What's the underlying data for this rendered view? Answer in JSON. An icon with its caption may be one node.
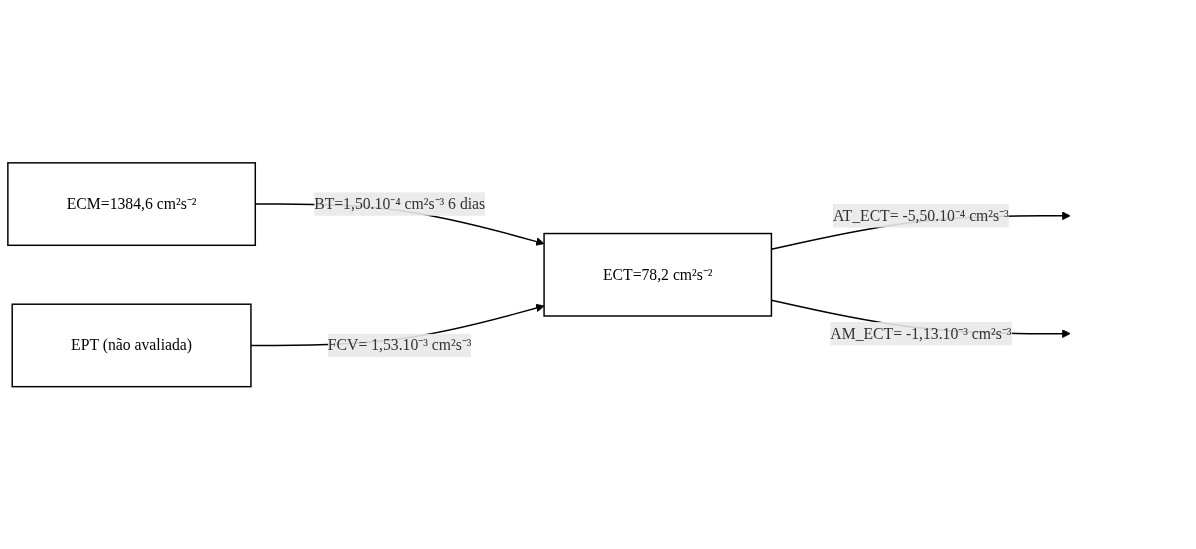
{
  "diagram": {
    "nodes": [
      {
        "text": [
          "ECM=1384,6 cm²s⁻²"
        ]
      },
      {
        "text": [
          "ECT=78,2 cm²s⁻²"
        ]
      },
      {
        "text": [
          "EPT (não avaliada)"
        ]
      }
    ],
    "edges": [
      {
        "from": 0,
        "to": 1,
        "arrow": "to",
        "label": "BT=1,50.10⁻⁴ cm²s⁻³ 6 dias"
      },
      {
        "from": 1,
        "to": null,
        "arrow": "to",
        "label": "AT_ECT= -5,50.10⁻⁴ cm²s⁻³"
      },
      {
        "from": 1,
        "to": null,
        "arrow": "to",
        "label": "AM_ECT= -1,13.10⁻³ cm²s⁻³"
      },
      {
        "from": 2,
        "to": 1,
        "arrow": "to",
        "label": "FCV= 1,53.10⁻³ cm²s⁻³"
      }
    ]
  }
}
